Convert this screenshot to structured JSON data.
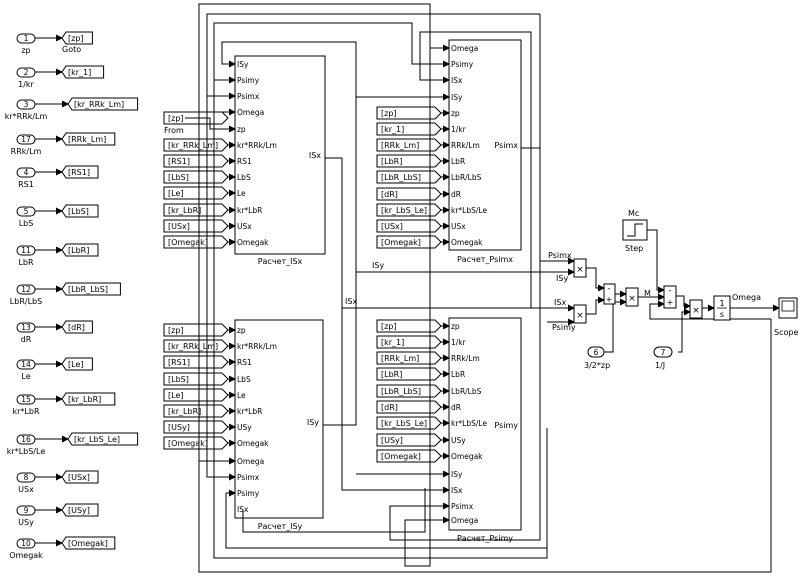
{
  "inports": [
    {
      "num": "1",
      "label": "zp",
      "goto": "[zp]"
    },
    {
      "num": "2",
      "label": "1/kr",
      "goto": "[kr_1]"
    },
    {
      "num": "3",
      "label": "kr*RRk/Lm",
      "goto": "[kr_RRk_Lm]"
    },
    {
      "num": "17",
      "label": "RRk/Lm",
      "goto": "[RRk_Lm]"
    },
    {
      "num": "4",
      "label": "RS1",
      "goto": "[RS1]"
    },
    {
      "num": "5",
      "label": "LbS",
      "goto": "[LbS]"
    },
    {
      "num": "11",
      "label": "LbR",
      "goto": "[LbR]"
    },
    {
      "num": "12",
      "label": "LbR/LbS",
      "goto": "[LbR_LbS]"
    },
    {
      "num": "13",
      "label": "dR",
      "goto": "[dR]"
    },
    {
      "num": "14",
      "label": "Le",
      "goto": "[Le]"
    },
    {
      "num": "15",
      "label": "kr*LbR",
      "goto": "[kr_LbR]"
    },
    {
      "num": "16",
      "label": "kr*LbS/Le",
      "goto": "[kr_LbS_Le]"
    },
    {
      "num": "8",
      "label": "USx",
      "goto": "[USx]"
    },
    {
      "num": "9",
      "label": "USy",
      "goto": "[USy]"
    },
    {
      "num": "10",
      "label": "Omegak",
      "goto": "[Omegak]"
    }
  ],
  "goto_caption": "Goto",
  "from_caption": "From",
  "blocks": {
    "isx": {
      "title": "Расчет_ISx",
      "out": "ISx",
      "ports": [
        "ISy",
        "Psimy",
        "Psimx",
        "Omega",
        "zp",
        "kr*RRk/Lm",
        "RS1",
        "LbS",
        "Le",
        "kr*LbR",
        "USx",
        "Omegak"
      ],
      "froms": [
        "[zp]",
        "[kr_RRk_Lm]",
        "[RS1]",
        "[LbS]",
        "[Le]",
        "[kr_LbR]",
        "[USx]",
        "[Omegak]"
      ]
    },
    "isy": {
      "title": "Расчет_ISy",
      "out": "ISy",
      "ports": [
        "zp",
        "kr*RRk/Lm",
        "RS1",
        "LbS",
        "Le",
        "kr*LbR",
        "USy",
        "Omegak",
        "Omega",
        "Psimx",
        "Psimy",
        "ISx"
      ],
      "froms": [
        "[zp]",
        "[kr_RRk_Lm]",
        "[RS1]",
        "[LbS]",
        "[Le]",
        "[kr_LbR]",
        "[USy]",
        "[Omegak]"
      ]
    },
    "psimx": {
      "title": "Расчет_Psimx",
      "out": "Psimx",
      "ports": [
        "Omega",
        "Psimy",
        "ISx",
        "ISy",
        "zp",
        "1/kr",
        "RRk/Lm",
        "LbR",
        "LbR/LbS",
        "dR",
        "kr*LbS/Le",
        "USx",
        "Omegak"
      ],
      "froms": [
        "[zp]",
        "[kr_1]",
        "[RRk_Lm]",
        "[LbR]",
        "[LbR_LbS]",
        "[dR]",
        "[kr_LbS_Le]",
        "[USx]",
        "[Omegak]"
      ]
    },
    "psimy": {
      "title": "Расчет_Psimy",
      "out": "Psimy",
      "ports": [
        "zp",
        "1/kr",
        "RRk/Lm",
        "LbR",
        "LbR/LbS",
        "dR",
        "kr*LbS/Le",
        "USy",
        "Omegak",
        "ISy",
        "ISx",
        "Psimx",
        "Omega"
      ],
      "froms": [
        "[zp]",
        "[kr_1]",
        "[RRk_Lm]",
        "[LbR]",
        "[LbR_LbS]",
        "[dR]",
        "[kr_LbS_Le]",
        "[USy]",
        "[Omegak]"
      ]
    }
  },
  "signals": {
    "psimx": "Psimx",
    "isy": "ISy",
    "isx": "ISx",
    "psimy": "Psimy",
    "m": "M",
    "omega": "Omega",
    "mc": "Mc"
  },
  "step_label": "Step",
  "gain_32": {
    "num": "6",
    "label": "3/2*zp"
  },
  "gain_1j": {
    "num": "7",
    "label": "1/J"
  },
  "integrator": {
    "num": "1",
    "den": "s"
  },
  "scope_label": "Scope",
  "math": {
    "mult": "×",
    "plus": "+",
    "minus": "-"
  }
}
